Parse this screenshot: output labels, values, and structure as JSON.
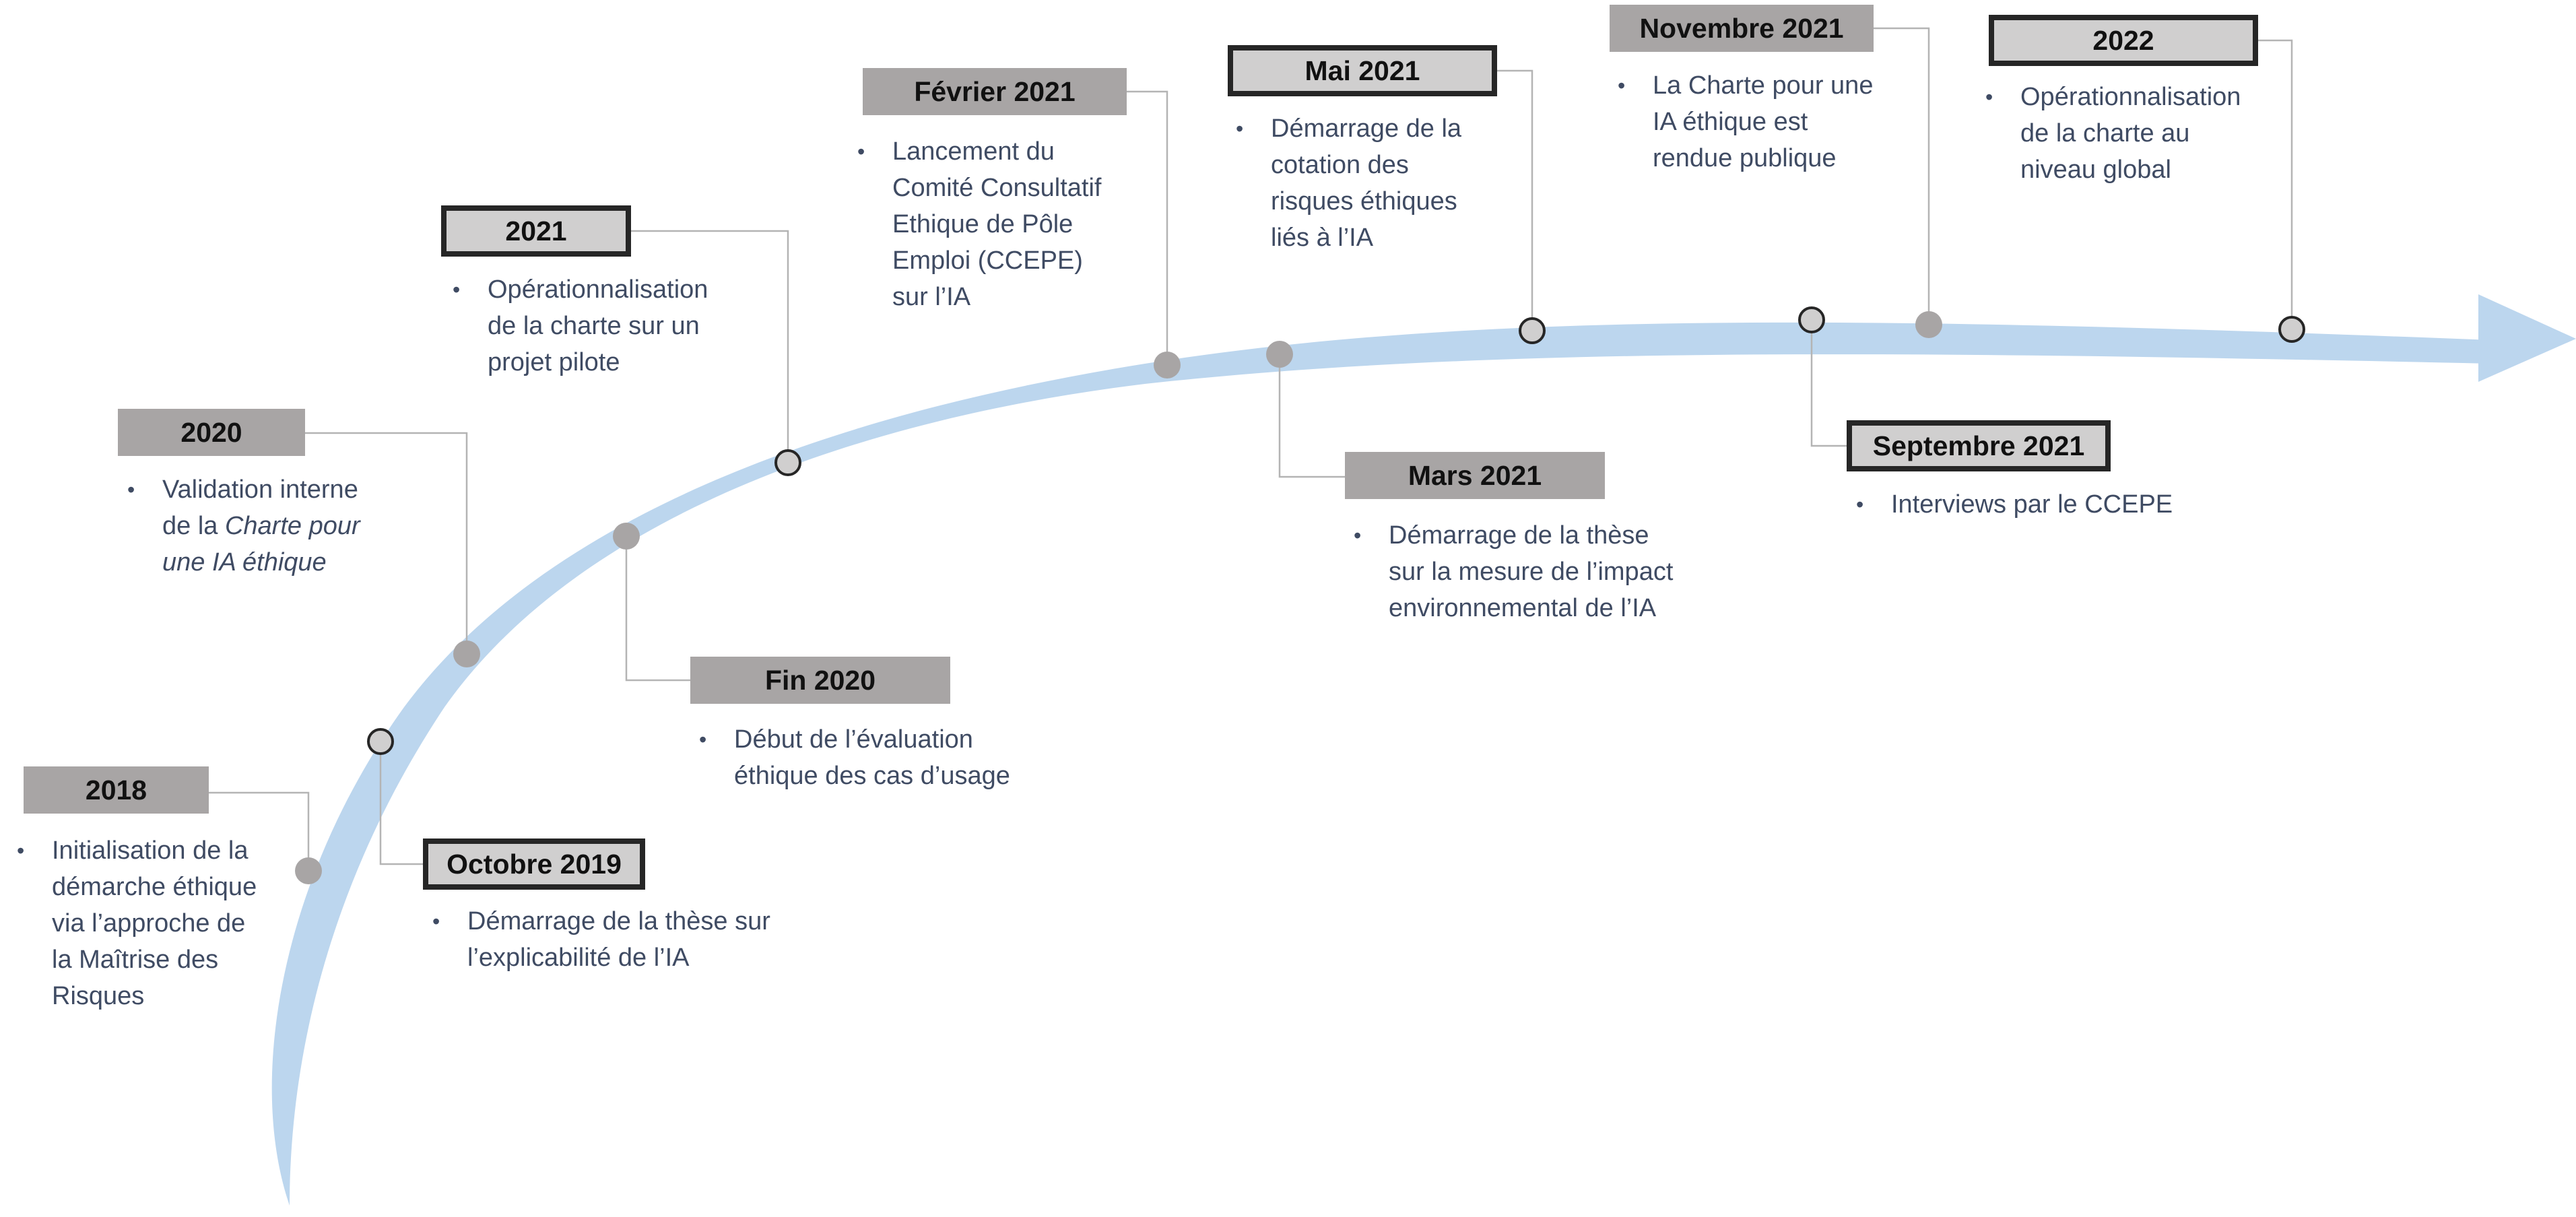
{
  "colors": {
    "arrow": "#bcd6ee",
    "marker_solid": "#a8a5a5",
    "marker_hollow_fill": "#d0cfcf",
    "marker_hollow_stroke": "#262626",
    "connector": "#b4b4b4",
    "badge_solid": "#a8a5a5",
    "badge_framed": "#d0cfcf",
    "badge_border": "#262626",
    "text": "#3f4b63"
  },
  "milestones": [
    {
      "id": "m2018",
      "label": "2018",
      "style": "solid",
      "marker": "solid",
      "lines": [
        "Initialisation de la",
        "démarche éthique",
        "via l’approche de",
        "la Maîtrise des",
        "Risques"
      ]
    },
    {
      "id": "oct2019",
      "label": "Octobre 2019",
      "style": "framed",
      "marker": "hollow",
      "lines": [
        "Démarrage de la thèse sur",
        "l’explicabilité de l’IA"
      ]
    },
    {
      "id": "m2020",
      "label": "2020",
      "style": "solid",
      "marker": "solid",
      "lines": [
        "Validation interne",
        "de la Charte pour",
        "une IA éthique"
      ]
    },
    {
      "id": "fin2020",
      "label": "Fin 2020",
      "style": "solid",
      "marker": "solid",
      "lines": [
        "Début de l’évaluation",
        "éthique des cas d’usage"
      ]
    },
    {
      "id": "m2021",
      "label": "2021",
      "style": "framed",
      "marker": "hollow",
      "lines": [
        "Opérationnalisation",
        "de la charte sur un",
        "projet pilote"
      ]
    },
    {
      "id": "fev2021",
      "label": "Février 2021",
      "style": "solid",
      "marker": "solid",
      "lines": [
        "Lancement du",
        "Comité Consultatif",
        "Ethique de Pôle",
        "Emploi (CCEPE)",
        "sur l’IA"
      ]
    },
    {
      "id": "mars2021",
      "label": "Mars 2021",
      "style": "solid",
      "marker": "solid",
      "lines": [
        "Démarrage de la thèse",
        "sur la mesure de l’impact",
        "environnemental de l’IA"
      ]
    },
    {
      "id": "mai2021",
      "label": "Mai 2021",
      "style": "framed",
      "marker": "hollow",
      "lines": [
        "Démarrage de la",
        "cotation des",
        "risques éthiques",
        "liés à l’IA"
      ]
    },
    {
      "id": "sept2021",
      "label": "Septembre 2021",
      "style": "framed",
      "marker": "hollow",
      "lines": [
        "Interviews par le CCEPE"
      ]
    },
    {
      "id": "nov2021",
      "label": "Novembre 2021",
      "style": "solid",
      "marker": "solid",
      "lines": [
        "La Charte pour une",
        "IA éthique est",
        "rendue publique"
      ]
    },
    {
      "id": "m2022",
      "label": "2022",
      "style": "framed",
      "marker": "hollow",
      "lines": [
        "Opérationnalisation",
        "de la charte au",
        "niveau global"
      ]
    }
  ]
}
